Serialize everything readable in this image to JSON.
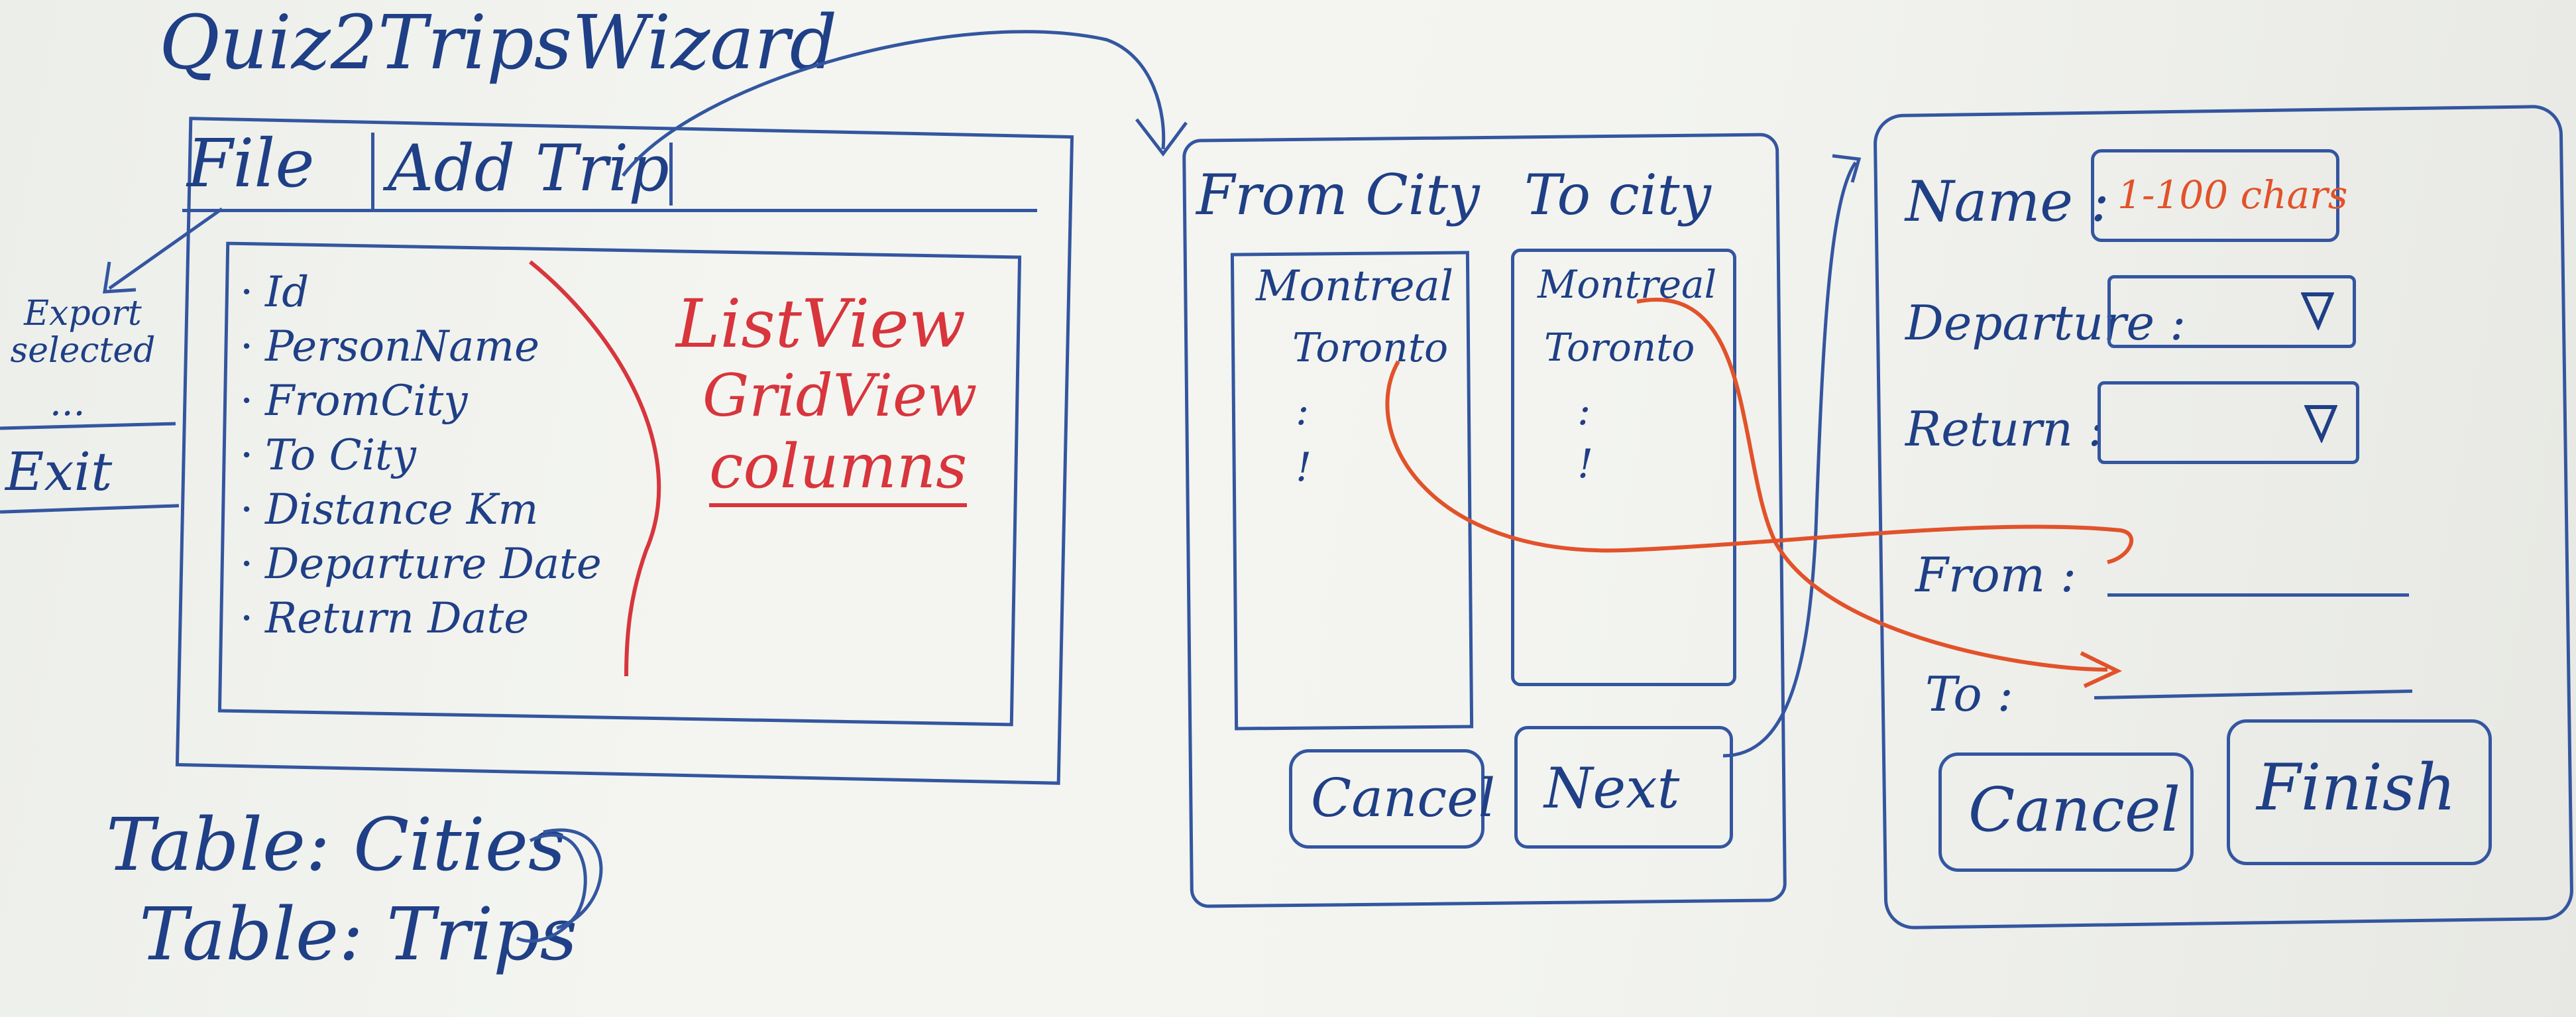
{
  "title": "Quiz2TripsWizard",
  "main_window": {
    "menu": [
      "File",
      "Add Trip"
    ],
    "file_menu": {
      "export_label": "Export selected",
      "ellipsis": "...",
      "exit_label": "Exit"
    },
    "fields": [
      "Id",
      "PersonName",
      "FromCity",
      "To City",
      "Distance Km",
      "Departure Date",
      "Return Date"
    ],
    "annotation": [
      "ListView",
      "GridView",
      "columns"
    ]
  },
  "tables": [
    "Table: Cities",
    "Table: Trips"
  ],
  "wizard_step1": {
    "from_header": "From City",
    "to_header": "To city",
    "from_items": [
      "Montreal",
      "Toronto",
      ":",
      "!"
    ],
    "to_items": [
      "Montreal",
      "Toronto",
      ":",
      "!"
    ],
    "cancel_label": "Cancel",
    "next_label": "Next"
  },
  "wizard_step2": {
    "name_label": "Name :",
    "name_hint": "1-100 chars",
    "departure_label": "Departure :",
    "return_label": "Return :",
    "from_label": "From :",
    "to_label": "To :",
    "cancel_label": "Cancel",
    "finish_label": "Finish",
    "dropdown_icon": "triangle-down"
  },
  "colors": {
    "ink_blue": "#1f3f86",
    "marker_red": "#d8353c",
    "marker_orange": "#e2522a"
  }
}
